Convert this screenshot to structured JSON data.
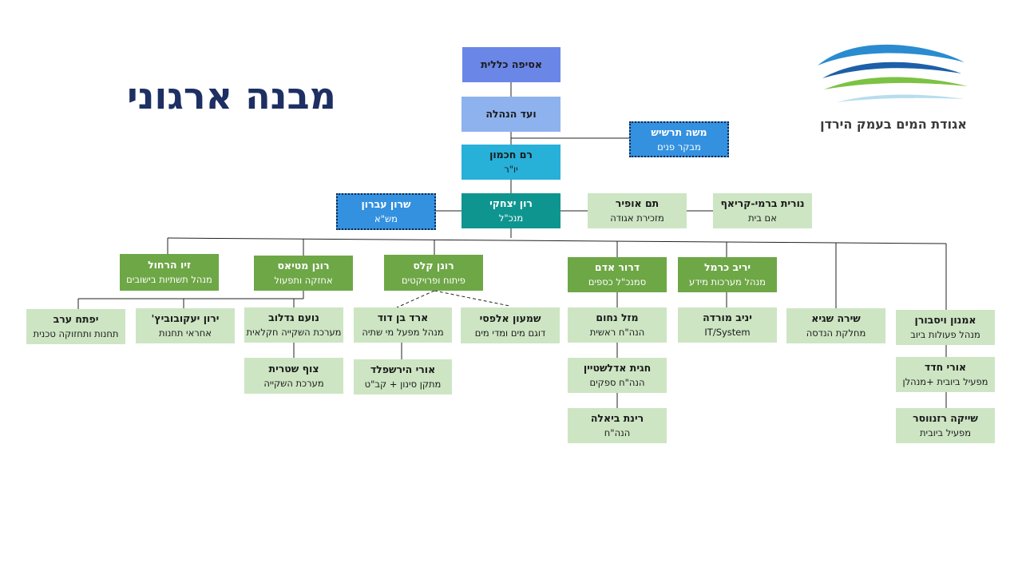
{
  "title": "מבנה ארגוני",
  "logo": {
    "text": "אגודת המים בעמק הירדן",
    "colors": [
      "#2a8bd0",
      "#1d5fa8",
      "#7cc243",
      "#b8dcef"
    ]
  },
  "colors": {
    "top": "#6a86e6",
    "board": "#8db2ee",
    "chair": "#27b0d8",
    "ceo": "#0f958f",
    "dashed": "#3391e0",
    "mid_green": "#6ea746",
    "light_green": "#cde5c3",
    "title": "#1d2f63"
  },
  "nodes": {
    "assembly": {
      "name": "אסיפה כללית"
    },
    "board": {
      "name": "ועד הנהלה"
    },
    "chairman": {
      "name": "רם חכמון",
      "role": "יו\"ר"
    },
    "auditor": {
      "name": "משה תרשיש",
      "role": "מבקר פנים"
    },
    "ceo": {
      "name": "רון יצחקי",
      "role": "מנכ\"ל"
    },
    "hr": {
      "name": "שרון עברון",
      "role": "מש\"א"
    },
    "secretary": {
      "name": "תם אופיר",
      "role": "מזכירת אגודה"
    },
    "housemother": {
      "name": "נורית ברמי-קריאף",
      "role": "אם בית"
    },
    "ziv": {
      "name": "זיו הרחול",
      "role": "מנהל תשתיות בישובים"
    },
    "ronen_m": {
      "name": "רונן מטיאס",
      "role": "אחזקה ותפעול"
    },
    "ronen_k": {
      "name": "רונן קלס",
      "role": "פיתוח ופרויקטים"
    },
    "dror": {
      "name": "דרור אדם",
      "role": "סמנכ\"ל כספים"
    },
    "yariv": {
      "name": "יריב כרמל",
      "role": "מנהל מערכות מידע"
    },
    "yiftach": {
      "name": "יפתח ערב",
      "role": "תחנות ותחזוקה טכנית"
    },
    "yaron": {
      "name": "ירון יעקובוביץ'",
      "role": "אחראי תחנות"
    },
    "noam": {
      "name": "נועם גדלוב",
      "role": "מערכת השקיי‏ה חקלאית"
    },
    "erad": {
      "name": "ארד בן דוד",
      "role": "מנהל מפעל מי שתיה"
    },
    "shimon": {
      "name": "שמעון אלפסי",
      "role": "דוגם מים ומדי מים"
    },
    "mazal": {
      "name": "מזל נחום",
      "role": "הנה\"ח ראשית"
    },
    "yaniv": {
      "name": "יניב מורדה",
      "role": "IT/System"
    },
    "shira": {
      "name": "שירה שגיא",
      "role": "מחלקת הנדסה"
    },
    "amnon": {
      "name": "אמנון ויסבורן",
      "role": "מנהל פעולות ביוב"
    },
    "tzuf": {
      "name": "צוף שטרית",
      "role": "מערכת השקיי‏ה"
    },
    "uri_h": {
      "name": "אורי הירשפלד",
      "role": "מתקן סינון + קב\"ט"
    },
    "hagit": {
      "name": "חגית אדלשטיין",
      "role": "הנה\"ח ספקים"
    },
    "rinat": {
      "name": "רינת ביאלה",
      "role": "הנה\"ח"
    },
    "uri_c": {
      "name": "אורי חדד",
      "role": "מפעיל ביובית +מנהלן"
    },
    "sheike": {
      "name": "שייקה רזנווסר",
      "role": "מפעיל ביובית"
    }
  }
}
